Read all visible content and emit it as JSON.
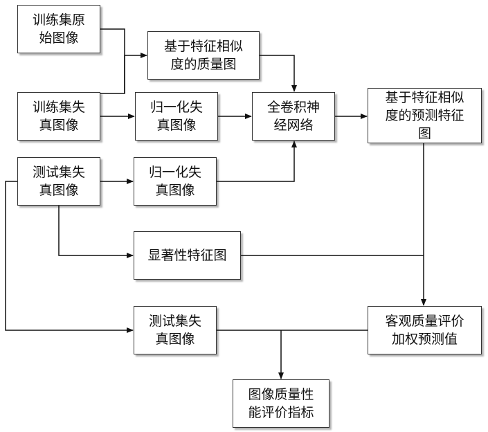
{
  "nodes": {
    "train_original": "训练集原\n始图像",
    "quality_map": "基于特征相似\n度的质量图",
    "train_distorted": "训练集失\n真图像",
    "normalize_1": "归一化失\n真图像",
    "fcn": "全卷积神\n经网络",
    "predicted_map": "基于特征相似\n度的预测特征\n图",
    "test_distorted_1": "测试集失\n真图像",
    "normalize_2": "归一化失\n真图像",
    "saliency_map": "显著性特征图",
    "test_distorted_2": "测试集失\n真图像",
    "weighted_prediction": "客观质量评价\n加权预测值",
    "performance_metric": "图像质量性\n能评价指标"
  },
  "colors": {
    "line": "#111111",
    "border": "#333333",
    "shadow": "#b5b5b5"
  }
}
